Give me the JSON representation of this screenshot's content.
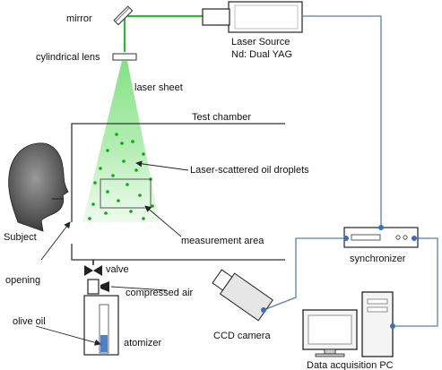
{
  "labels": {
    "mirror": "mirror",
    "laser_source": "Laser Source",
    "laser_model": "Nd: Dual YAG",
    "cylindrical_lens": "cylindrical lens",
    "laser_sheet": "laser sheet",
    "test_chamber": "Test chamber",
    "droplets": "Laser-scattered oil droplets",
    "measurement_area": "measurement area",
    "subject": "Subject",
    "opening": "opening",
    "valve": "valve",
    "compressed_air": "compressed air",
    "olive_oil": "olive oil",
    "atomizer": "atomizer",
    "synchronizer": "synchronizer",
    "ccd_camera": "CCD camera",
    "data_pc": "Data acquisition PC"
  },
  "colors": {
    "laser_beam": "#2db82d",
    "laser_sheet": "#7ee07e",
    "droplet": "#15a615",
    "signal_wire": "#5b7fae",
    "signal_node": "#3c6fb5",
    "oil": "#4f7fc4"
  },
  "icons": [
    "mirror-icon",
    "laser-source-icon",
    "cylindrical-lens-icon",
    "human-head-icon",
    "valve-icon",
    "atomizer-icon",
    "synchronizer-icon",
    "ccd-camera-icon",
    "monitor-icon",
    "pc-tower-icon"
  ]
}
